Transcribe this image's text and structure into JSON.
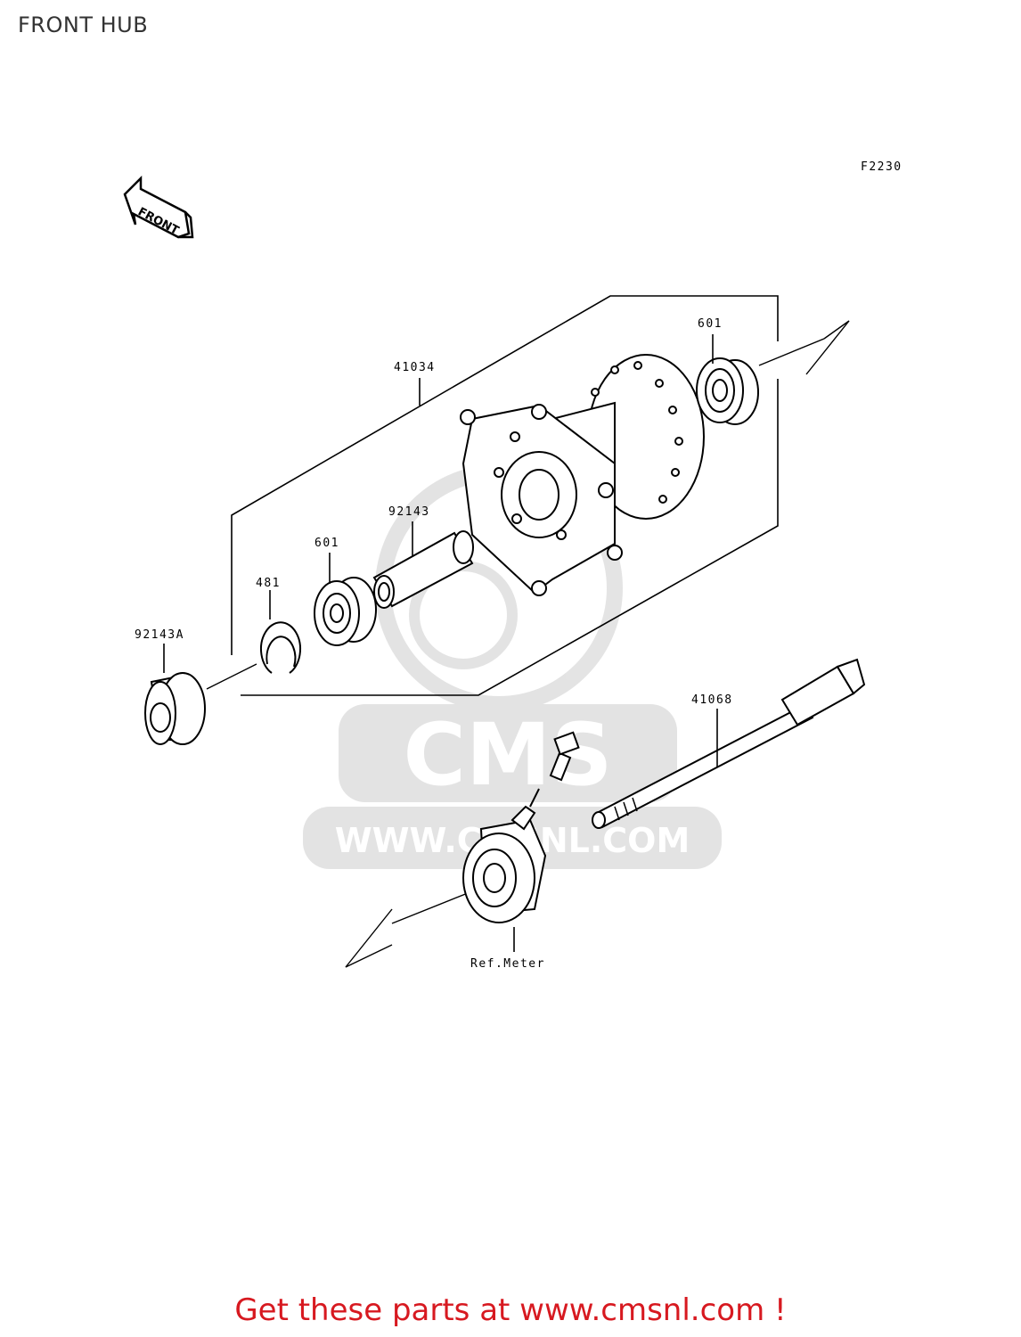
{
  "page": {
    "title": "FRONT HUB"
  },
  "diagram": {
    "figure_code": "F2230",
    "direction_arrow_label": "FRONT",
    "watermark": {
      "brand": "CMS",
      "url": "WWW.CMSNL.COM"
    },
    "callouts": {
      "hub": "41034",
      "bearing_right": "601",
      "bearing_left": "601",
      "spacer": "92143",
      "circlip": "481",
      "collar": "92143A",
      "axle": "41068",
      "meter_ref": "Ref.Meter"
    }
  },
  "footer": {
    "cta_text": "Get these parts at www.cmsnl.com !"
  }
}
